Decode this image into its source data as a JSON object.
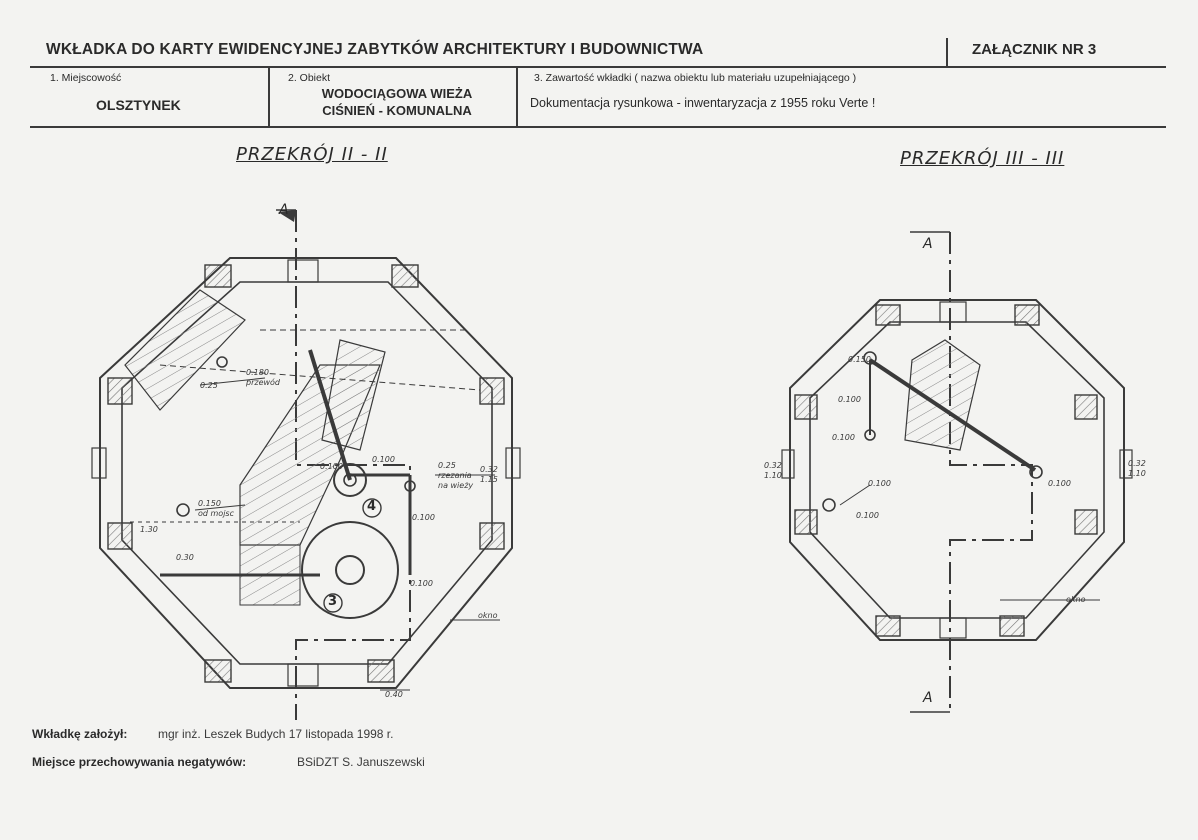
{
  "header": {
    "title": "WKŁADKA DO KARTY EWIDENCYJNEJ ZABYTKÓW ARCHITEKTURY I BUDOWNICTWA",
    "annex": "ZAŁĄCZNIK NR 3"
  },
  "fields": {
    "place_label": "1. Miejscowość",
    "place_value": "OLSZTYNEK",
    "object_label": "2. Obiekt",
    "object_value_line1": "WODOCIĄGOWA WIEŻA",
    "object_value_line2": "CIŚNIEŃ - KOMUNALNA",
    "content_label": "3. Zawartość wkładki ( nazwa obiektu lub materiału uzupełniającego )",
    "content_value": "Dokumentacja rysunkowa - inwentaryzacja z 1955 roku   Verte !"
  },
  "drawings": {
    "left_title": "PRZEKRÓJ II - II",
    "right_title": "PRZEKRÓJ III - III",
    "section_marker": "A",
    "left_numbers": [
      "3",
      "4"
    ]
  },
  "footer": {
    "author_label": "Wkładkę założył:",
    "author_value": "mgr inż. Leszek Budych  17 listopada 1998 r.",
    "negatives_label": "Miejsce przechowywania negatywów:",
    "negatives_value": "BSiDZT S. Januszewski"
  }
}
